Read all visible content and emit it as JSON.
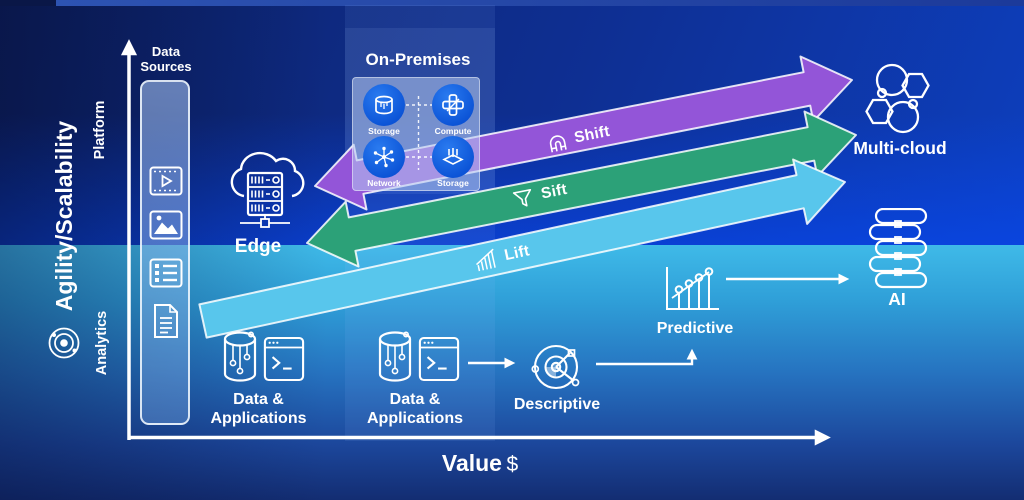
{
  "axes": {
    "y_label": "Agility/Scalability",
    "y_zone_upper": "Platform",
    "y_zone_lower": "Analytics",
    "x_label": "Value",
    "x_currency": "$"
  },
  "data_sources": {
    "title_line1": "Data",
    "title_line2": "Sources",
    "icons": [
      "video-icon",
      "image-icon",
      "table-icon",
      "document-icon"
    ]
  },
  "on_premises": {
    "title": "On-Premises",
    "items": [
      {
        "label": "Storage",
        "icon": "storage-database-icon"
      },
      {
        "label": "Compute",
        "icon": "compute-icon"
      },
      {
        "label": "Network",
        "icon": "network-icon"
      },
      {
        "label": "Storage",
        "icon": "storage-stack-icon"
      }
    ]
  },
  "nodes": {
    "edge": {
      "label": "Edge",
      "icon": "edge-cloud-server-icon"
    },
    "multi_cloud": {
      "label": "Multi-cloud",
      "icon": "multi-cloud-icon"
    },
    "ai": {
      "label": "AI",
      "icon": "ai-coil-icon"
    },
    "data_apps_left": {
      "line1": "Data &",
      "line2": "Applications",
      "icons": [
        "data-cylinder-icon",
        "terminal-icon"
      ]
    },
    "data_apps_mid": {
      "line1": "Data &",
      "line2": "Applications",
      "icons": [
        "data-cylinder-icon",
        "terminal-icon"
      ]
    },
    "descriptive": {
      "label": "Descriptive",
      "icon": "donut-chart-icon"
    },
    "predictive": {
      "label": "Predictive",
      "icon": "trend-chart-icon"
    }
  },
  "arrows": {
    "shift": {
      "label": "Shift",
      "icon": "magnet-icon",
      "color": "#9355d8"
    },
    "sift": {
      "label": "Sift",
      "icon": "funnel-icon",
      "color": "#2ca178"
    },
    "lift": {
      "label": "Lift",
      "icon": "lift-chart-icon",
      "color": "#58c6ec"
    }
  },
  "colors": {
    "sky_dark": "#0d2268",
    "sky_bright": "#0c46d4",
    "sea_top": "#3fbae8",
    "sea_bottom": "#132d72",
    "on_prem_circle": "#0b53d6",
    "text": "#ffffff",
    "arrow_outline": "#ffffff"
  }
}
